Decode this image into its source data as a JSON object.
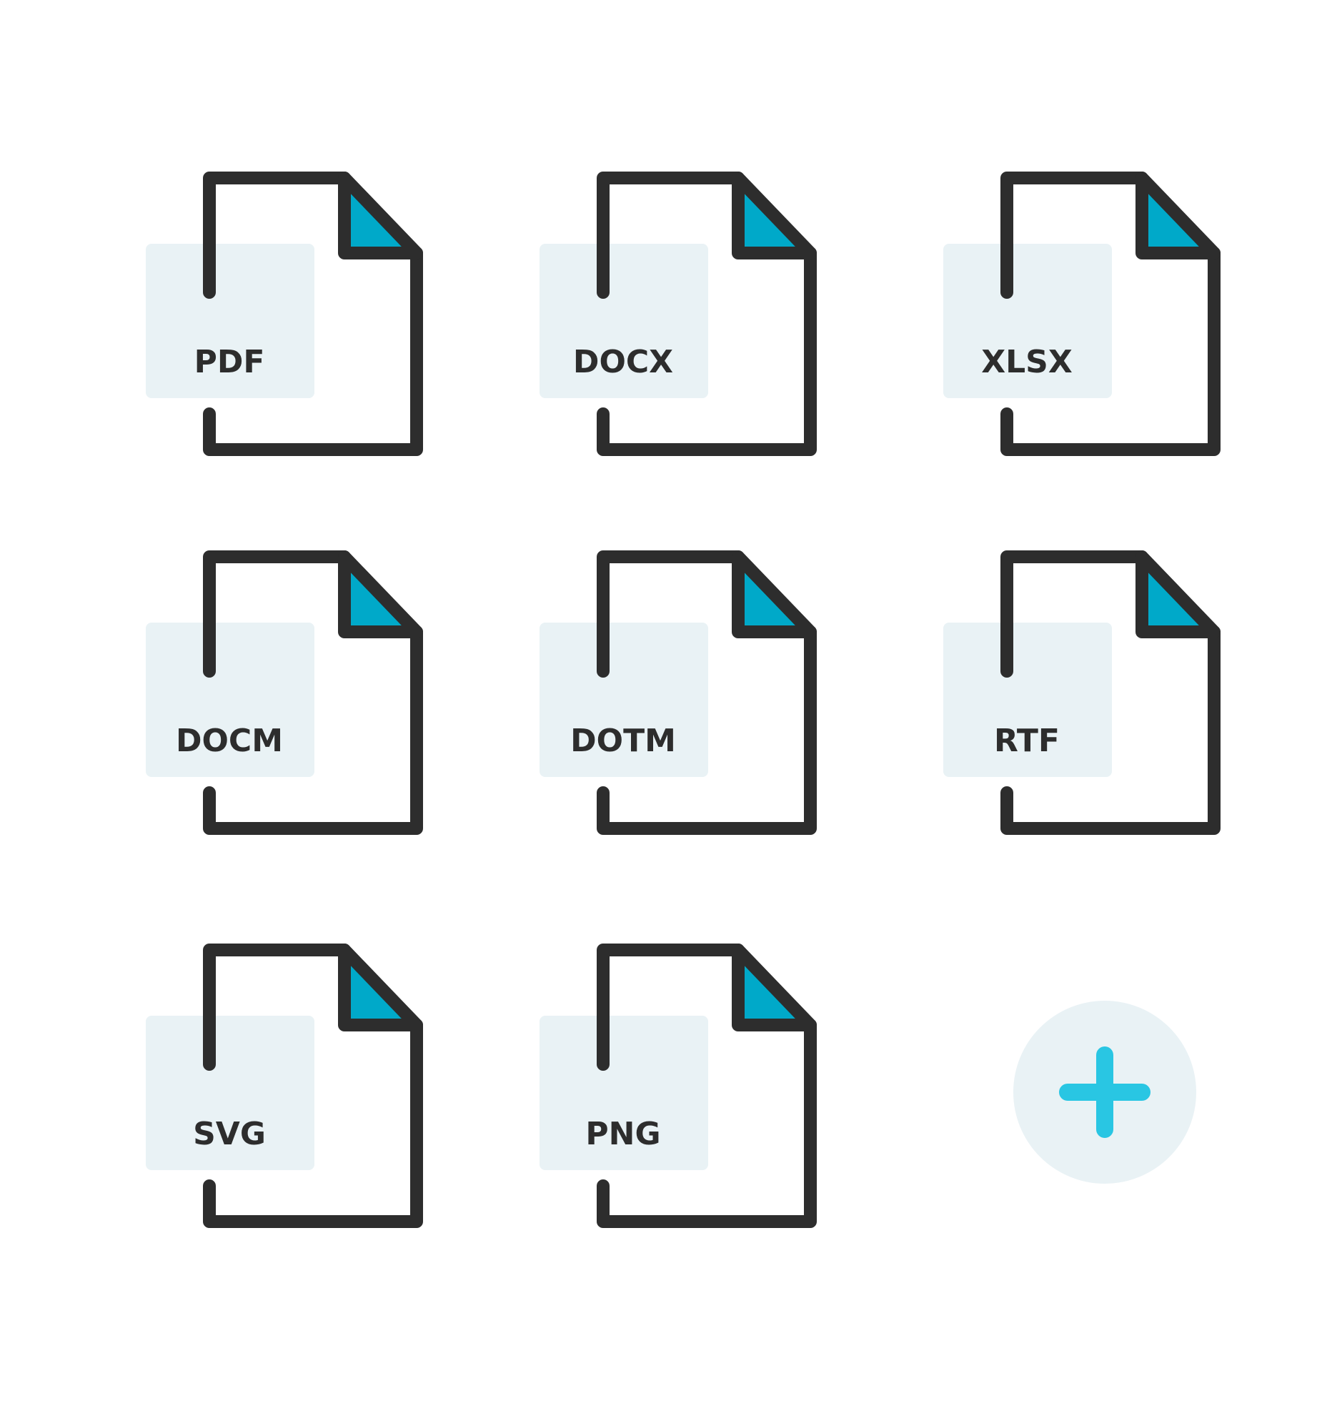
{
  "colors": {
    "outline": "#2d2d2d",
    "fold": "#00a9c9",
    "label_bg": "#e9f2f5",
    "page_bg": "#ffffff",
    "add_circle_bg": "#e9f2f5",
    "add_plus": "#29c6e3",
    "label_text": "#2d2d2d"
  },
  "files": [
    {
      "label": "PDF",
      "icon": "pdf-file-icon"
    },
    {
      "label": "DOCX",
      "icon": "docx-file-icon"
    },
    {
      "label": "XLSX",
      "icon": "xlsx-file-icon"
    },
    {
      "label": "DOCM",
      "icon": "docm-file-icon"
    },
    {
      "label": "DOTM",
      "icon": "dotm-file-icon"
    },
    {
      "label": "RTF",
      "icon": "rtf-file-icon"
    },
    {
      "label": "SVG",
      "icon": "svg-file-icon"
    },
    {
      "label": "PNG",
      "icon": "png-file-icon"
    }
  ],
  "add_button": {
    "icon": "plus-icon"
  }
}
